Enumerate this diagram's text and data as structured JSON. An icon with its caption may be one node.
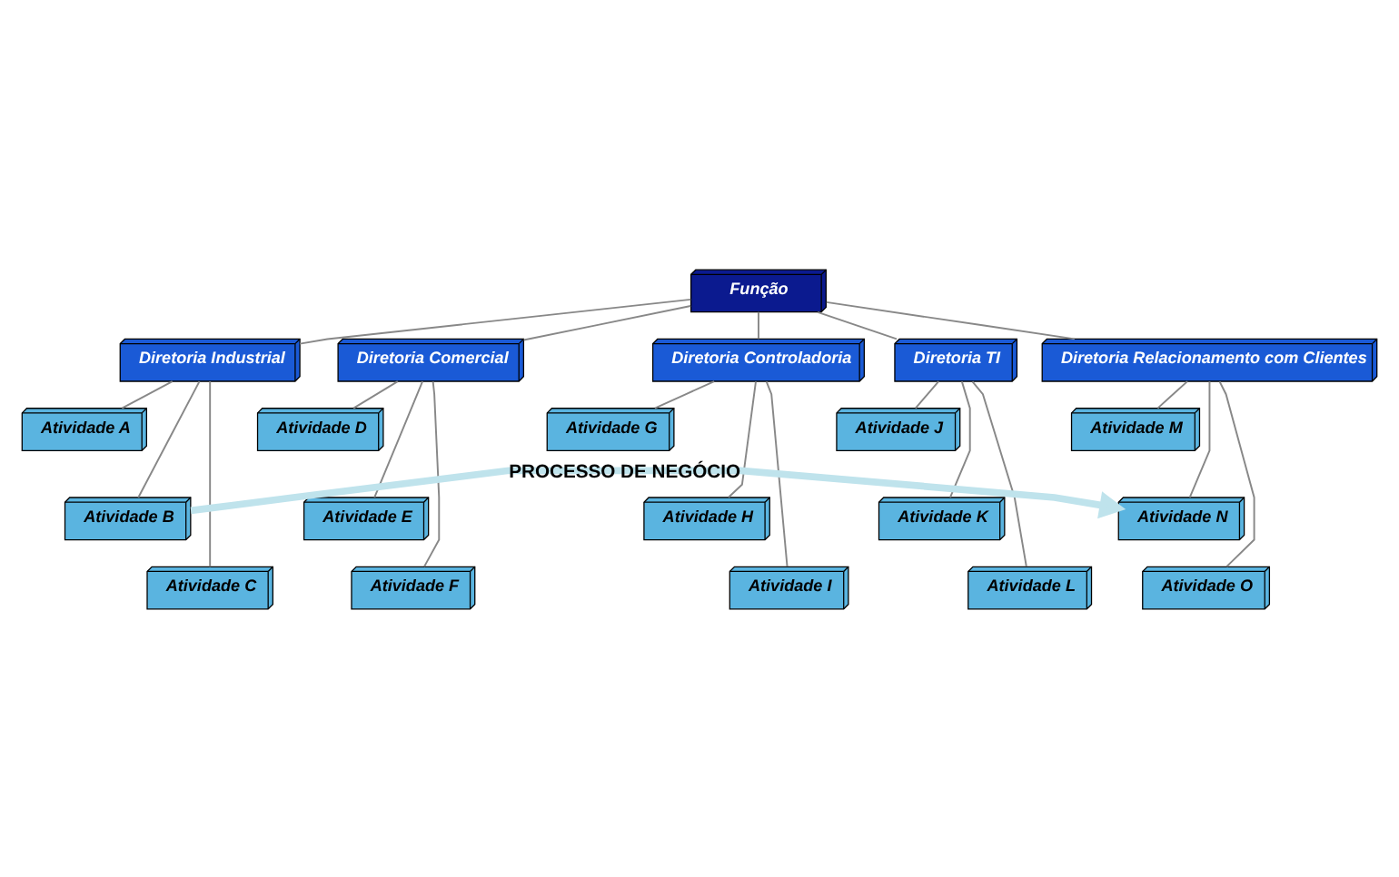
{
  "diagram": {
    "nodes": [
      {
        "text": [
          "Função"
        ]
      },
      {
        "text": [
          "Diretoria Industrial"
        ]
      },
      {
        "text": [
          "Diretoria Comercial"
        ]
      },
      {
        "text": [
          "Diretoria Controladoria"
        ]
      },
      {
        "text": [
          "Diretoria TI"
        ]
      },
      {
        "text": [
          "Diretoria Relacionamento com Clientes"
        ]
      },
      {
        "text": [
          "Atividade A"
        ]
      },
      {
        "text": [
          "Atividade B"
        ]
      },
      {
        "text": [
          "Atividade C"
        ]
      },
      {
        "text": [
          "Atividade D"
        ]
      },
      {
        "text": [
          "Atividade E"
        ]
      },
      {
        "text": [
          "Atividade F"
        ]
      },
      {
        "text": [
          "Atividade G"
        ]
      },
      {
        "text": [
          "Atividade H"
        ]
      },
      {
        "text": [
          "Atividade I"
        ]
      },
      {
        "text": [
          "Atividade J"
        ]
      },
      {
        "text": [
          "Atividade K"
        ]
      },
      {
        "text": [
          "Atividade L"
        ]
      },
      {
        "text": [
          "Atividade M"
        ]
      },
      {
        "text": [
          "Atividade N"
        ]
      },
      {
        "text": [
          "Atividade O"
        ]
      }
    ],
    "edges": [
      {
        "from": 0,
        "to": 1,
        "arrow": "none"
      },
      {
        "from": 0,
        "to": 2,
        "arrow": "none"
      },
      {
        "from": 0,
        "to": 3,
        "arrow": "none"
      },
      {
        "from": 0,
        "to": 4,
        "arrow": "none"
      },
      {
        "from": 0,
        "to": 5,
        "arrow": "none"
      },
      {
        "from": 1,
        "to": 6,
        "arrow": "none"
      },
      {
        "from": 1,
        "to": 7,
        "arrow": "none"
      },
      {
        "from": 1,
        "to": 8,
        "arrow": "none"
      },
      {
        "from": 2,
        "to": 9,
        "arrow": "none"
      },
      {
        "from": 2,
        "to": 10,
        "arrow": "none"
      },
      {
        "from": 2,
        "to": 11,
        "arrow": "none"
      },
      {
        "from": 3,
        "to": 12,
        "arrow": "none"
      },
      {
        "from": 3,
        "to": 13,
        "arrow": "none"
      },
      {
        "from": 3,
        "to": 14,
        "arrow": "none"
      },
      {
        "from": 4,
        "to": 15,
        "arrow": "none"
      },
      {
        "from": 4,
        "to": 16,
        "arrow": "none"
      },
      {
        "from": 4,
        "to": 17,
        "arrow": "none"
      },
      {
        "from": 5,
        "to": 18,
        "arrow": "none"
      },
      {
        "from": 5,
        "to": 19,
        "arrow": "none"
      },
      {
        "from": 5,
        "to": 20,
        "arrow": "none"
      },
      {
        "from": 7,
        "to": 19,
        "arrow": "to",
        "label": "PROCESSO DE NEGÓCIO",
        "style": "thick",
        "color": "#bfe3ec"
      }
    ]
  }
}
